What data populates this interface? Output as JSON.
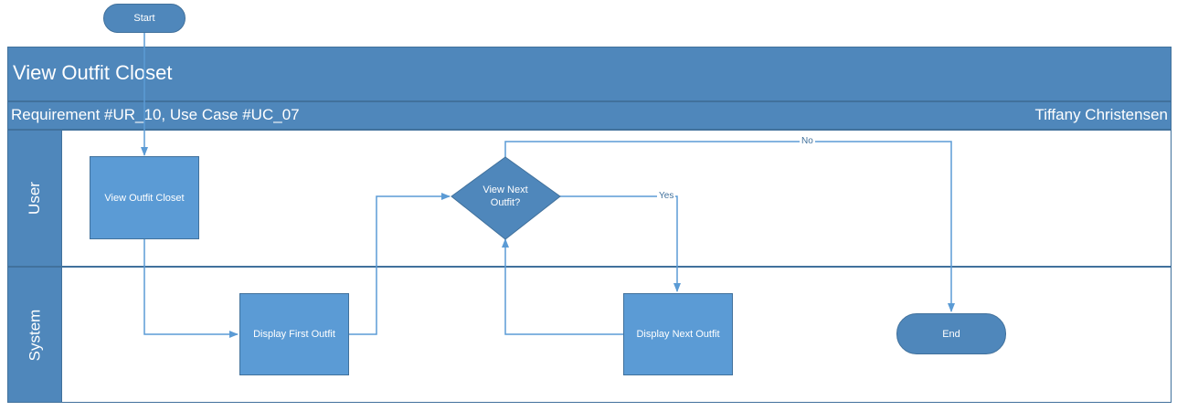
{
  "diagram": {
    "title": "View Outfit Closet",
    "subtitle": "Requirement #UR_10, Use Case #UC_07",
    "author": "Tiffany Christensen",
    "lanes": [
      "User",
      "System"
    ],
    "nodes": {
      "start": "Start",
      "view_closet": "View Outfit Closet",
      "display_first": "Display First Outfit",
      "decision_line1": "View Next",
      "decision_line2": "Outfit?",
      "display_next": "Display Next Outfit",
      "end": "End"
    },
    "edges": {
      "yes_label": "Yes",
      "no_label": "No"
    },
    "colors": {
      "header_fill": "#4f87bb",
      "shape_fill": "#5b9bd5",
      "decision_fill": "#4f87bb",
      "border": "#41719c",
      "connector": "#5b9bd5"
    }
  }
}
